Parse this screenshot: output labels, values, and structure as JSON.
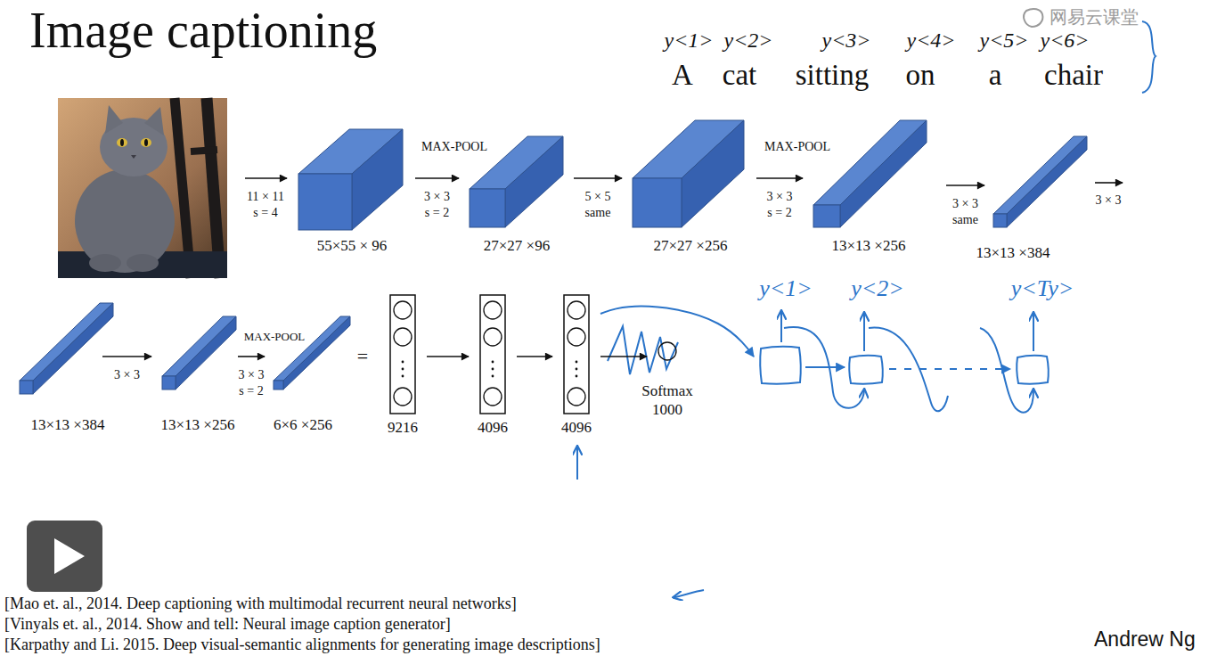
{
  "diagram": {
    "title": "Image captioning",
    "nodes": [
      {
        "text": [
          "55×55 × 96"
        ]
      },
      {
        "text": [
          "27×27 ×96"
        ]
      },
      {
        "text": [
          "27×27 ×256"
        ]
      },
      {
        "text": [
          "13×13 ×256"
        ]
      },
      {
        "text": [
          "13×13 ×384"
        ]
      },
      {
        "text": [
          "13×13 ×384"
        ]
      },
      {
        "text": [
          "13×13 ×256"
        ]
      },
      {
        "text": [
          "6×6 ×256"
        ]
      },
      {
        "text": [
          "9216"
        ]
      },
      {
        "text": [
          "4096"
        ]
      },
      {
        "text": [
          "4096"
        ]
      },
      {
        "text": [
          "Softmax 1000"
        ]
      },
      {
        "text": [
          "y<1>"
        ]
      },
      {
        "text": [
          "y<2>"
        ]
      },
      {
        "text": [
          "y<Ty>"
        ]
      }
    ],
    "edges": [
      {
        "from": 0,
        "to": 1,
        "arrow": "to",
        "label": "3 × 3 s = 2"
      },
      {
        "from": 1,
        "to": 2,
        "arrow": "to",
        "label": "5 × 5 same"
      },
      {
        "from": 2,
        "to": 3,
        "arrow": "to",
        "label": "3 × 3 s = 2"
      },
      {
        "from": 3,
        "to": 4,
        "arrow": "to",
        "label": "3 × 3 same"
      },
      {
        "from": 5,
        "to": 6,
        "arrow": "to",
        "label": "3 × 3"
      },
      {
        "from": 6,
        "to": 7,
        "arrow": "to",
        "label": "3 × 3 s = 2"
      },
      {
        "from": 8,
        "to": 9,
        "arrow": "to"
      },
      {
        "from": 9,
        "to": 10,
        "arrow": "to"
      },
      {
        "from": 10,
        "to": 11,
        "arrow": "to"
      },
      {
        "from": 10,
        "to": 12,
        "arrow": "to"
      },
      {
        "from": 12,
        "to": 13,
        "arrow": "to"
      },
      {
        "from": 13,
        "to": 14,
        "arrow": "to"
      }
    ],
    "labels": [
      "y<1>",
      "y<2>",
      "y<3>",
      "y<4>",
      "y<5>",
      "y<6>",
      "A",
      "cat",
      "sitting",
      "on",
      "a",
      "chair",
      "网易云课堂",
      "11 × 11 s = 4",
      "MAX-POOL",
      "MAX-POOL",
      "3 × 3",
      "MAX-POOL",
      "=",
      "[Mao et. al., 2014. Deep captioning with multimodal recurrent neural networks]",
      "[Vinyals et. al., 2014. Show and tell: Neural image caption generator]",
      "[Karpathy and Li. 2015. Deep visual-semantic alignments for generating image descriptions]",
      "Andrew Ng"
    ]
  }
}
